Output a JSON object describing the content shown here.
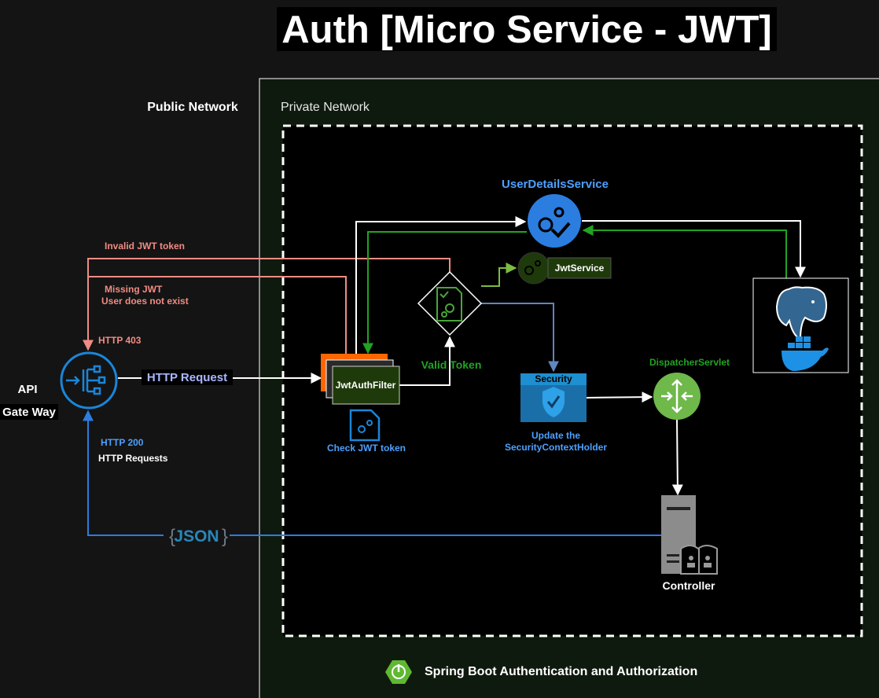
{
  "title": "Auth [Micro Service - JWT]",
  "zones": {
    "public": "Public Network",
    "private": "Private Network"
  },
  "gateway": {
    "line1": "API",
    "line2": "Gate Way"
  },
  "labels": {
    "http_request": "HTTP  Request",
    "invalid_jwt": "Invalid JWT token",
    "missing_jwt": "Missing JWT",
    "user_not_exist": "User does not exist",
    "http_403": "HTTP 403",
    "http_200": "HTTP 200",
    "http_requests": "HTTP Requests",
    "json": "JSON",
    "valid_token": "Valid Token",
    "check_jwt": "Check JWT token",
    "update_line1": "Update the",
    "update_line2": "SecurityContextHolder"
  },
  "components": {
    "filter": "JwtAuthFilter",
    "user_details": "UserDetailsService",
    "jwt_service": "JwtService",
    "security": "Security",
    "dispatcher": "DispatcherServlet",
    "controller": "Controller"
  },
  "footer": "Spring Boot Authentication and Authorization",
  "colors": {
    "background": "#141414",
    "private_bg": "#0f1a0f",
    "inner_bg": "#000000",
    "gateway_blue": "#1a86d9",
    "user_blue": "#2b7de0",
    "label_blue": "#4da0ff",
    "error_red": "#f08c84",
    "green_line": "#22a322",
    "light_green": "#7dbb42",
    "security_blue": "#1b6fa8",
    "steel_blue": "#5f86bf",
    "spring_green": "#5fb832",
    "filter_orange": "#ff6600",
    "filter_green": "#1f3a0a"
  }
}
